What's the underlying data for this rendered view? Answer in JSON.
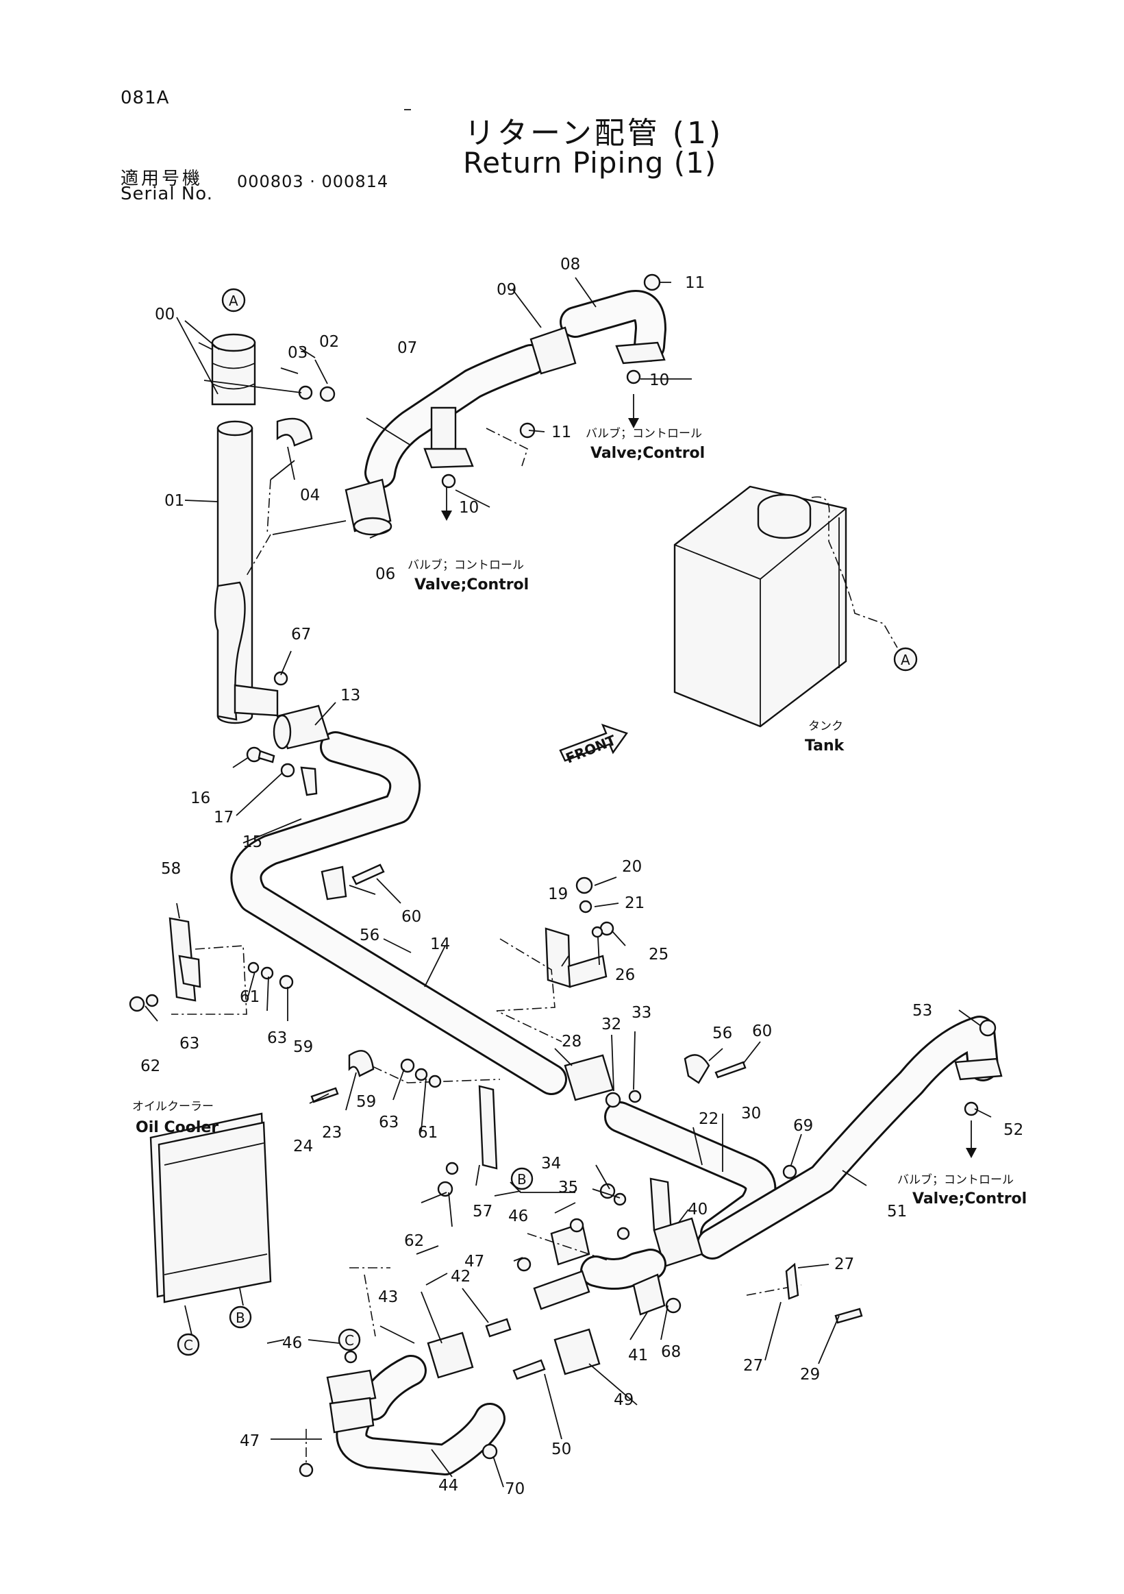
{
  "header": {
    "page_code": "081A",
    "title_ja": "リターン配管 (1)",
    "title_en": "Return Piping (1)",
    "serial_label_ja": "適用号機",
    "serial_label_en": "Serial No.",
    "serial_range": "000803 · 000814"
  },
  "callouts": {
    "c00": "00",
    "c01": "01",
    "c02": "02",
    "c03": "03",
    "c04": "04",
    "c06": "06",
    "c07": "07",
    "c08": "08",
    "c09": "09",
    "c10a": "10",
    "c10b": "10",
    "c11a": "11",
    "c11b": "11",
    "c13": "13",
    "c14": "14",
    "c15": "15",
    "c16": "16",
    "c17": "17",
    "c19": "19",
    "c20": "20",
    "c21": "21",
    "c22": "22",
    "c23": "23",
    "c24": "24",
    "c25": "25",
    "c26": "26",
    "c27a": "27",
    "c27b": "27",
    "c28": "28",
    "c29": "29",
    "c30": "30",
    "c32": "32",
    "c33": "33",
    "c34": "34",
    "c35": "35",
    "c40": "40",
    "c41": "41",
    "c42": "42",
    "c43": "43",
    "c44": "44",
    "c46a": "46",
    "c46b": "46",
    "c47a": "47",
    "c47b": "47",
    "c49": "49",
    "c50": "50",
    "c51": "51",
    "c52": "52",
    "c53": "53",
    "c56a": "56",
    "c56b": "56",
    "c57": "57",
    "c58": "58",
    "c59a": "59",
    "c59b": "59",
    "c60a": "60",
    "c60b": "60",
    "c61a": "61",
    "c61b": "61",
    "c62a": "62",
    "c62b": "62",
    "c63a": "63",
    "c63b": "63",
    "c63c": "63",
    "c67": "67",
    "c68": "68",
    "c69": "69",
    "c70": "70"
  },
  "references": {
    "ref_a_top": "A",
    "ref_a_tank": "A",
    "ref_b_port": "B",
    "ref_b_cooler": "B",
    "ref_c_port": "C",
    "ref_c_cooler": "C"
  },
  "captions": {
    "valve_ja": "バルブ；コントロール",
    "valve_en": "Valve;Control",
    "tank_ja": "タンク",
    "tank_en": "Tank",
    "cooler_ja": "オイルクーラー",
    "cooler_en": "Oil Cooler",
    "front": "FRONT"
  }
}
